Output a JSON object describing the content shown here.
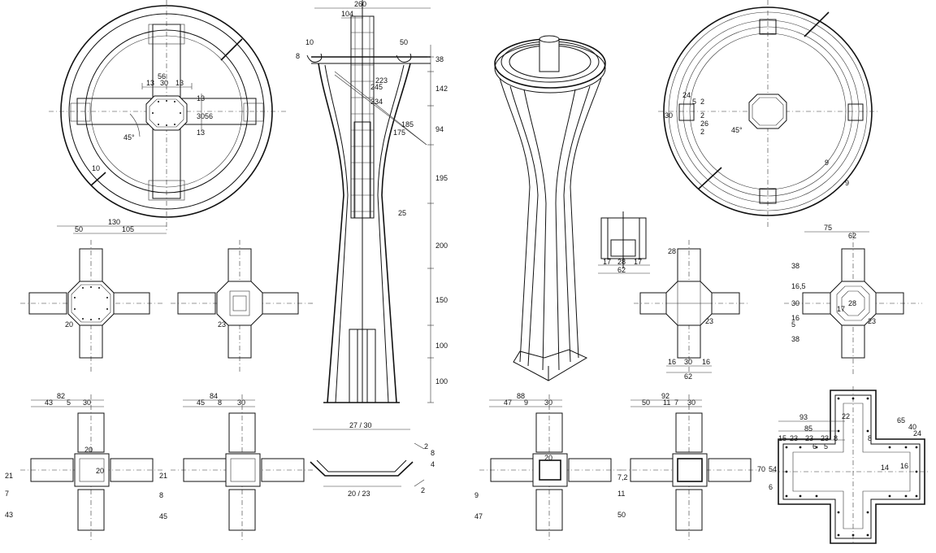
{
  "plan_top_left": {
    "dims": {
      "d56": "56",
      "d13a": "13",
      "d30": "30",
      "d13b": "13",
      "v13": "13",
      "v30": "30",
      "v56": "56",
      "v13b": "13",
      "angle": "45°",
      "d10": "10",
      "d130": "130",
      "d50": "50",
      "d105": "105"
    }
  },
  "section_column": {
    "dims": {
      "d260": "260",
      "d104": "104",
      "d10": "10",
      "d8": "8",
      "d50": "50",
      "d38": "38",
      "d142": "142",
      "d223": "223",
      "d245": "245",
      "d234": "234",
      "d185": "185",
      "d175": "175",
      "d94": "94",
      "d195": "195",
      "d25": "25",
      "d200": "200",
      "d150": "150",
      "d100a": "100",
      "d100b": "100"
    }
  },
  "plan_top_right": {
    "dims": {
      "d24": "24",
      "d5": "5",
      "d2a": "2",
      "d30": "30",
      "d2b": "2",
      "d26": "26",
      "d2c": "2",
      "angle": "45°",
      "d9a": "9",
      "d9b": "9"
    }
  },
  "cross_mid": {
    "a_dims": {
      "d20": "20"
    },
    "b_dims": {
      "d23": "23"
    },
    "detail_dims": {
      "d17a": "17",
      "d28": "28",
      "d17b": "17",
      "d62": "62"
    },
    "c_dims": {
      "d28": "28",
      "d23": "23",
      "d16a": "16",
      "d30": "30",
      "d16b": "16",
      "d62": "62"
    },
    "d_dims": {
      "d75": "75",
      "d62": "62",
      "d38a": "38",
      "d165": "16,5",
      "d30": "30",
      "d16": "16",
      "d5": "5",
      "d38b": "38",
      "d17": "17",
      "d28": "28",
      "d23": "23"
    }
  },
  "cross_bottom": {
    "a_dims": {
      "d82": "82",
      "d43": "43",
      "d5": "5",
      "d30": "30",
      "d20a": "20",
      "d20b": "20",
      "d21": "21",
      "d43v": "43",
      "d7": "7"
    },
    "b_dims": {
      "d84": "84",
      "d45": "45",
      "d8": "8",
      "d30": "30",
      "d21": "21",
      "d8v": "8",
      "d45v": "45"
    },
    "gutter_dims": {
      "d2730": "27 / 30",
      "d2023": "20 / 23",
      "d4": "4",
      "d2": "2",
      "d8": "8",
      "d2b": "2"
    },
    "c_dims": {
      "d88": "88",
      "d47": "47",
      "d9": "9",
      "d30": "30",
      "d20": "20",
      "d9v": "9",
      "d47v": "47"
    },
    "d_dims": {
      "d92": "92",
      "d50": "50",
      "d11": "11",
      "d7": "7",
      "d30": "30",
      "d72": "7,2",
      "d11v": "11",
      "d50v": "50"
    },
    "e_dims": {
      "d93": "93",
      "d85": "85",
      "d15": "15",
      "d23a": "23",
      "d23b": "23",
      "d23c": "23",
      "d8a": "8",
      "d22": "22",
      "d8b": "8",
      "d65": "65",
      "d40": "40",
      "d24": "24",
      "d70": "70",
      "d54": "54",
      "d6a": "6",
      "d6b": "6",
      "d5": "5",
      "d14": "14",
      "d16": "16"
    }
  }
}
